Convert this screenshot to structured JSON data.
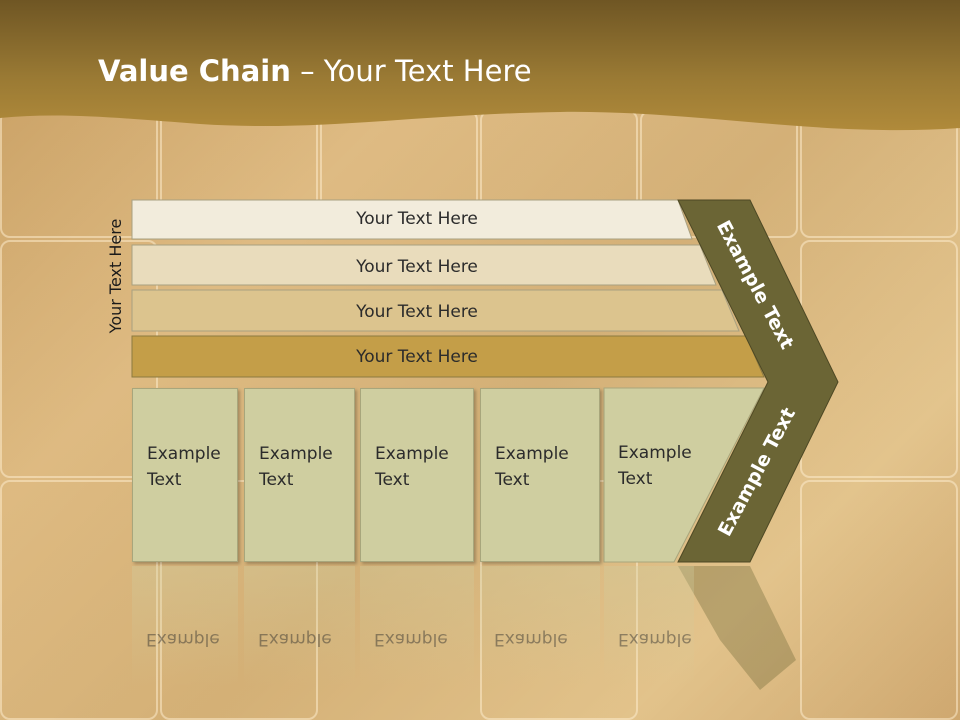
{
  "slide": {
    "title_bold": "Value Chain",
    "title_rest": " – Your Text Here",
    "side_label": "Your Text Here"
  },
  "rows": [
    {
      "label": "Your Text Here",
      "color": "#f2ecdc"
    },
    {
      "label": "Your Text Here",
      "color": "#e9dcbc"
    },
    {
      "label": "Your Text Here",
      "color": "#dcc48e"
    },
    {
      "label": "Your Text Here",
      "color": "#c49e48"
    }
  ],
  "boxes": [
    {
      "line1": "Example",
      "line2": "Text"
    },
    {
      "line1": "Example",
      "line2": "Text"
    },
    {
      "line1": "Example",
      "line2": "Text"
    },
    {
      "line1": "Example",
      "line2": "Text"
    },
    {
      "line1": "Example",
      "line2": "Text"
    }
  ],
  "arrow": {
    "upper_text": "Example Text",
    "lower_text": "Example Text",
    "color": "#6b6535"
  },
  "colors": {
    "header": "#a8822c",
    "box_fill": "#cfcea0"
  }
}
